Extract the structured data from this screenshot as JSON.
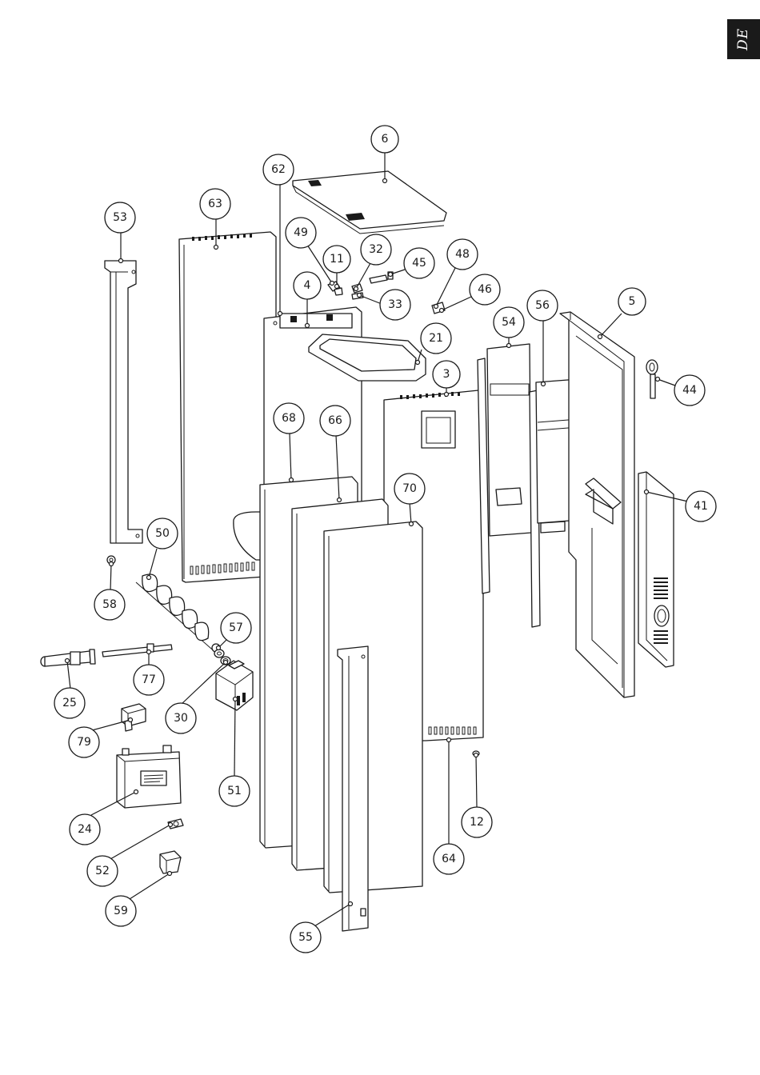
{
  "page": {
    "language_tab": "DE"
  },
  "diagram": {
    "callouts": [
      "6",
      "62",
      "63",
      "53",
      "49",
      "11",
      "32",
      "45",
      "48",
      "46",
      "4",
      "33",
      "21",
      "3",
      "54",
      "56",
      "5",
      "44",
      "68",
      "66",
      "70",
      "41",
      "50",
      "58",
      "57",
      "77",
      "25",
      "30",
      "51",
      "79",
      "24",
      "52",
      "59",
      "12",
      "64",
      "55"
    ]
  }
}
